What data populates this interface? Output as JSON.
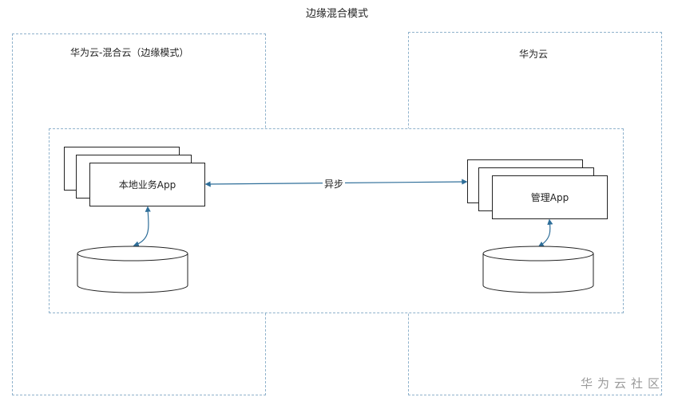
{
  "diagram": {
    "title": "边缘混合模式",
    "regions": {
      "hybrid": {
        "label": "华为云-混合云（边缘模式）"
      },
      "cloud": {
        "label": "华为云"
      }
    },
    "nodes": {
      "local_app": {
        "label": "本地业务App"
      },
      "manage_app": {
        "label": "管理App"
      }
    },
    "edges": {
      "async": {
        "label": "异步"
      }
    },
    "colors": {
      "dashed_border": "#8fb2cc",
      "connector": "#2e6e99",
      "box_border": "#222222"
    }
  },
  "watermark": {
    "text": "华为云社区"
  }
}
